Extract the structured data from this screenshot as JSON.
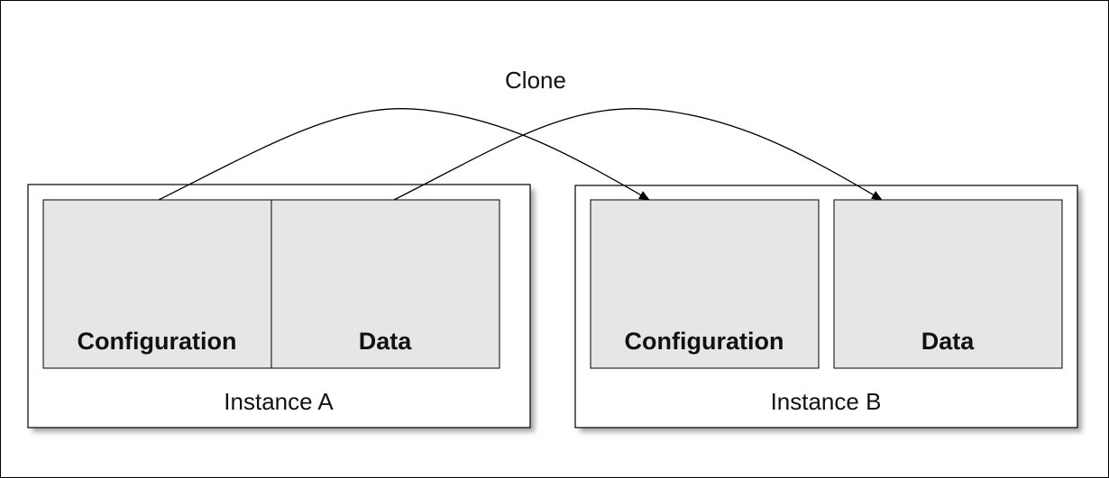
{
  "diagram": {
    "clone_label": "Clone",
    "instances": [
      {
        "label": "Instance A",
        "panels": [
          {
            "label": "Configuration"
          },
          {
            "label": "Data"
          }
        ]
      },
      {
        "label": "Instance B",
        "panels": [
          {
            "label": "Configuration"
          },
          {
            "label": "Data"
          }
        ]
      }
    ],
    "colors": {
      "background": "#ffffff",
      "panel_fill": "#e6e6e6",
      "stroke": "#000000",
      "shadow": "#9a9a9a"
    }
  }
}
